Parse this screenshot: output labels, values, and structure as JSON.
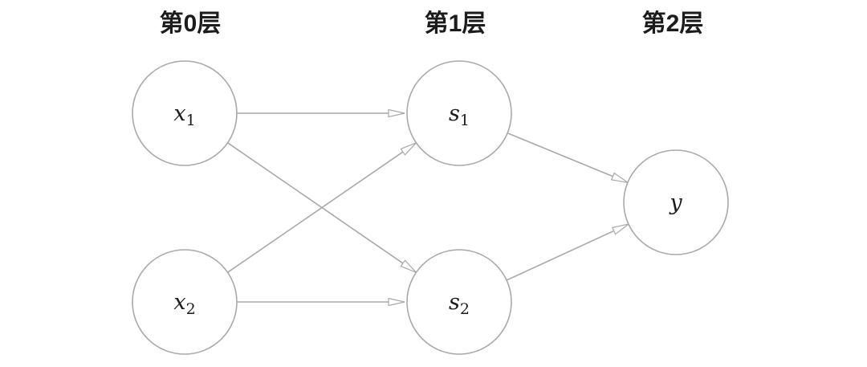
{
  "diagram": {
    "type": "neural-network-graph",
    "layer_labels": [
      "第0层",
      "第1层",
      "第2层"
    ],
    "nodes": {
      "x1": {
        "base": "x",
        "sub": "1",
        "layer": 0
      },
      "x2": {
        "base": "x",
        "sub": "2",
        "layer": 0
      },
      "s1": {
        "base": "s",
        "sub": "1",
        "layer": 1
      },
      "s2": {
        "base": "s",
        "sub": "2",
        "layer": 1
      },
      "y": {
        "base": "y",
        "sub": "",
        "layer": 2
      }
    },
    "edges": [
      {
        "from": "x1",
        "to": "s1"
      },
      {
        "from": "x1",
        "to": "s2"
      },
      {
        "from": "x2",
        "to": "s1"
      },
      {
        "from": "x2",
        "to": "s2"
      },
      {
        "from": "s1",
        "to": "y"
      },
      {
        "from": "s2",
        "to": "y"
      }
    ],
    "colors": {
      "background": "#ffffff",
      "node_stroke": "#a9a9a9",
      "edge_stroke": "#a9a9a9",
      "text": "#1c1c1c"
    }
  }
}
